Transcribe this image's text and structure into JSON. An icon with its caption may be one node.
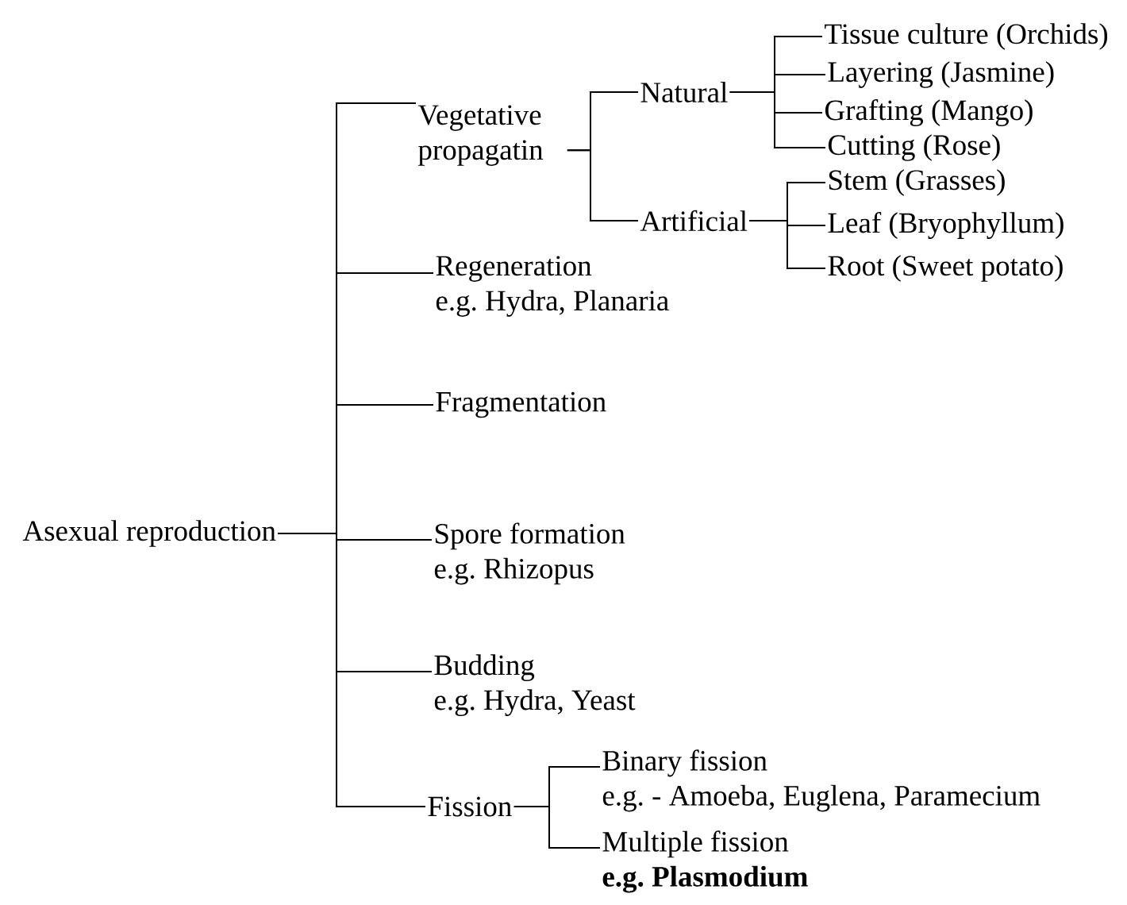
{
  "diagram": {
    "nodes": [
      {
        "text": [
          "Asexual reproduction"
        ]
      },
      {
        "text": [
          "Vegetative propagatin"
        ]
      },
      {
        "text": [
          "Natural"
        ]
      },
      {
        "text": [
          "Tissue culture (Orchids)"
        ]
      },
      {
        "text": [
          "Layering (Jasmine)"
        ]
      },
      {
        "text": [
          "Grafting (Mango)"
        ]
      },
      {
        "text": [
          "Cutting (Rose)"
        ]
      },
      {
        "text": [
          "Artificial"
        ]
      },
      {
        "text": [
          "Stem (Grasses)"
        ]
      },
      {
        "text": [
          "Leaf (Bryophyllum)"
        ]
      },
      {
        "text": [
          "Root (Sweet potato)"
        ]
      },
      {
        "text": [
          "Regeneration",
          "e.g. Hydra, Planaria"
        ]
      },
      {
        "text": [
          "Fragmentation"
        ]
      },
      {
        "text": [
          "Spore formation",
          "e.g. Rhizopus"
        ]
      },
      {
        "text": [
          "Budding",
          "e.g. Hydra, Yeast"
        ]
      },
      {
        "text": [
          "Fission"
        ]
      },
      {
        "text": [
          "Binary fission",
          "e.g. - Amoeba, Euglena, Paramecium"
        ]
      },
      {
        "text": [
          "Multiple fission",
          "e.g. Plasmodium"
        ]
      }
    ],
    "edges": [
      {
        "from": 0,
        "to": 1,
        "arrow": "none"
      },
      {
        "from": 0,
        "to": 11,
        "arrow": "none"
      },
      {
        "from": 0,
        "to": 12,
        "arrow": "none"
      },
      {
        "from": 0,
        "to": 13,
        "arrow": "none"
      },
      {
        "from": 0,
        "to": 14,
        "arrow": "none"
      },
      {
        "from": 0,
        "to": 15,
        "arrow": "none"
      },
      {
        "from": 1,
        "to": 2,
        "arrow": "none"
      },
      {
        "from": 1,
        "to": 7,
        "arrow": "none"
      },
      {
        "from": 2,
        "to": 3,
        "arrow": "none"
      },
      {
        "from": 2,
        "to": 4,
        "arrow": "none"
      },
      {
        "from": 2,
        "to": 5,
        "arrow": "none"
      },
      {
        "from": 2,
        "to": 6,
        "arrow": "none"
      },
      {
        "from": 7,
        "to": 8,
        "arrow": "none"
      },
      {
        "from": 7,
        "to": 9,
        "arrow": "none"
      },
      {
        "from": 7,
        "to": 10,
        "arrow": "none"
      },
      {
        "from": 15,
        "to": 16,
        "arrow": "none"
      },
      {
        "from": 15,
        "to": 17,
        "arrow": "none"
      }
    ]
  }
}
